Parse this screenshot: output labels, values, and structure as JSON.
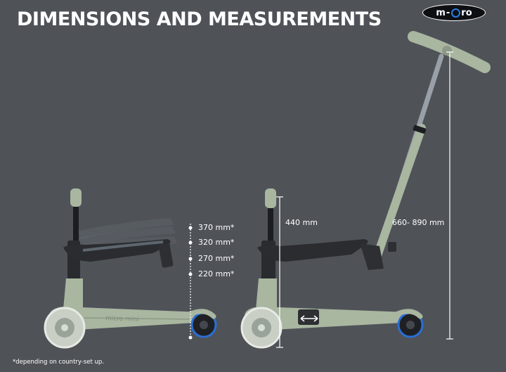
{
  "header": {
    "title": "DIMENSIONS AND MEASUREMENTS",
    "logo_text": "m-cro"
  },
  "seat_heights": {
    "h1": "370 mm*",
    "h2": "320 mm*",
    "h3": "270 mm*",
    "h4": "220 mm*"
  },
  "measurements": {
    "seat_column": "440 mm",
    "handle_range": "660- 890 mm"
  },
  "deck_text": "micro mini",
  "footnote": "*depending on country-set up.",
  "colors": {
    "background": "#4f5358",
    "scooter_body": "#a9b6a0",
    "wheel_accent": "#2a6fd6",
    "logo_blue": "#2a7de1"
  },
  "icons": {
    "left_scooter": "seated-scooter-illustration",
    "right_scooter": "convertible-scooter-illustration",
    "adjust_arrow": "double-arrow-icon"
  }
}
